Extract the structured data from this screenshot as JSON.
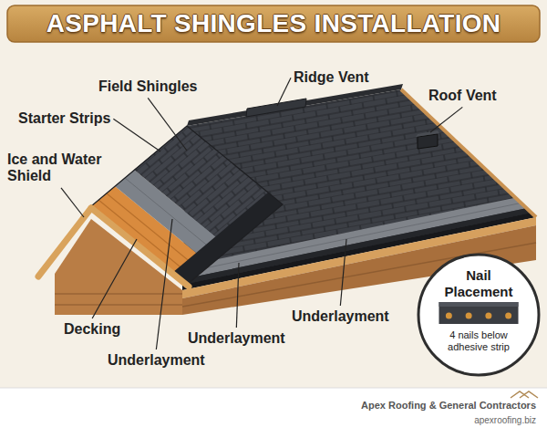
{
  "diagram": {
    "title": "ASPHALT SHINGLES INSTALLATION",
    "nodes": [
      {
        "text": [
          "Nail Placement",
          "4 nails below adhesive strip"
        ]
      }
    ],
    "labels": [
      "Field Shingles",
      "Ridge Vent",
      "Roof Vent",
      "Starter Strips",
      "Ice and Water Shield",
      "Decking",
      "Underlayment",
      "Underlayment",
      "Underlayment",
      "Apex Roofing & General Contractors",
      "apexroofing.biz"
    ]
  }
}
